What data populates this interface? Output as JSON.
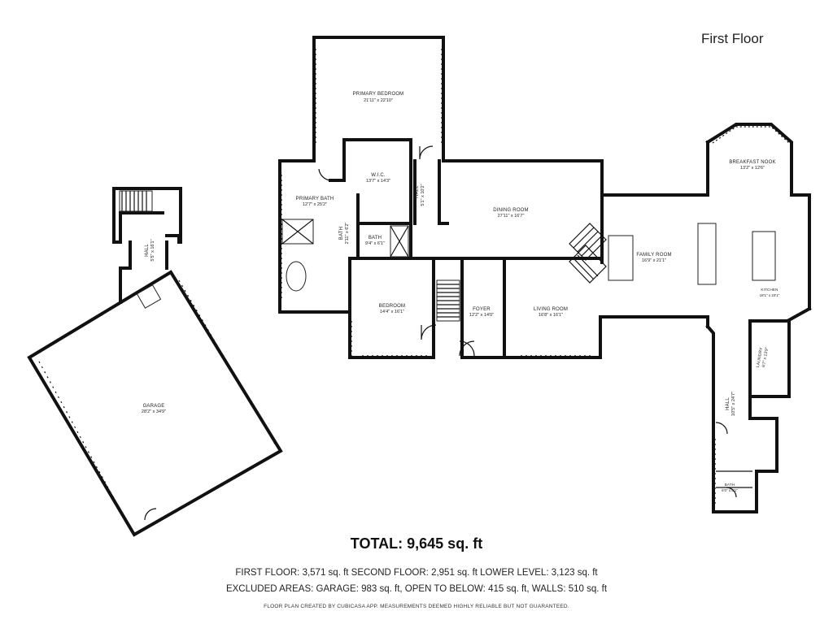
{
  "floor_title": "First Floor",
  "rooms": {
    "primary_bedroom": {
      "name": "PRIMARY BEDROOM",
      "dim": "21'11\" x 22'10\""
    },
    "wic": {
      "name": "W.I.C.",
      "dim": "13'7\" x 14'3\""
    },
    "hall_small": {
      "name": "HALL",
      "dim": "5'1\" x 10'2\""
    },
    "primary_bath": {
      "name": "PRIMARY BATH",
      "dim": "12'7\" x 25'2\""
    },
    "bath_mid": {
      "name": "BATH",
      "dim": "9'4\" x 6'1\""
    },
    "bath_tiny": {
      "name": "BATH",
      "dim": "2'11\" x 6'2\""
    },
    "dining_room": {
      "name": "DINING ROOM",
      "dim": "27'11\" x 16'7\""
    },
    "breakfast_nook": {
      "name": "BREAKFAST NOOK",
      "dim": "13'2\" x 12'6\""
    },
    "family_room": {
      "name": "FAMILY ROOM",
      "dim": "16'9\" x 21'1\""
    },
    "kitchen": {
      "name": "KITCHEN",
      "dim": "18'1\" x 23'1\""
    },
    "bedroom": {
      "name": "BEDROOM",
      "dim": "14'4\" x 16'1\""
    },
    "foyer": {
      "name": "FOYER",
      "dim": "12'2\" x 14'0\""
    },
    "living_room": {
      "name": "LIVING ROOM",
      "dim": "16'8\" x 16'1\""
    },
    "laundry": {
      "name": "LAUNDRY",
      "dim": "6'7\" x 13'9\""
    },
    "hall_right": {
      "name": "HALL",
      "dim": "10'5\" x 24'7\""
    },
    "bath_right": {
      "name": "BATH",
      "dim": "6'0\" x 6'1\""
    },
    "hall_left": {
      "name": "HALL",
      "dim": "5'5\" x 16'1\""
    },
    "garage": {
      "name": "GARAGE",
      "dim": "28'2\" x 34'9\""
    }
  },
  "total": {
    "label": "TOTAL:",
    "value": "9,645 sq. ft"
  },
  "stats_line1": "FIRST FLOOR: 3,571 sq. ft  SECOND FLOOR: 2,951 sq. ft  LOWER LEVEL: 3,123 sq. ft",
  "stats_line2": "EXCLUDED AREAS: GARAGE: 983 sq. ft, OPEN TO BELOW: 415 sq. ft, WALLS: 510 sq. ft",
  "disclaimer": "FLOOR PLAN CREATED BY CUBICASA APP. MEASUREMENTS DEEMED HIGHLY RELIABLE BUT NOT GUARANTEED."
}
